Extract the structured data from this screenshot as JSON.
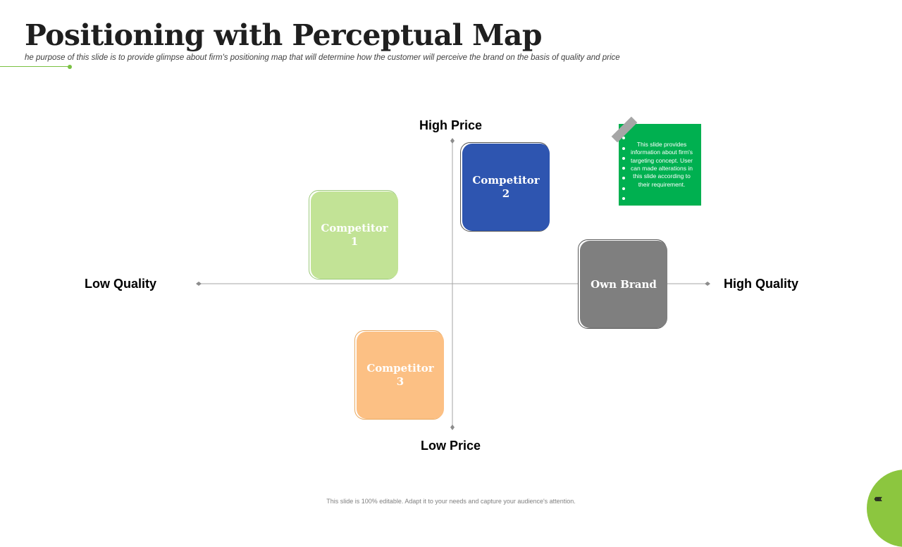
{
  "slide": {
    "title": "Positioning with Perceptual Map",
    "subtitle": "he purpose of this slide is to provide glimpse about firm's positioning map that will determine how the customer will perceive the brand on the basis of quality and price",
    "footer": "This slide is 100% editable. Adapt it to your needs and capture your audience's attention.",
    "accent_color": "#7ac143"
  },
  "axes": {
    "top": "High Price",
    "bottom": "Low Price",
    "left": "Low Quality",
    "right": "High Quality"
  },
  "brands": [
    {
      "name": "Competitor 1",
      "color": "#c2e396"
    },
    {
      "name": "Competitor 2",
      "color": "#2e55b0"
    },
    {
      "name": "Competitor 3",
      "color": "#fcc084"
    },
    {
      "name": "Own Brand",
      "color": "#7f7f7f"
    }
  ],
  "note": {
    "text": "This slide provides information about firm's targeting concept. User can made alterations in this slide according to their requirement.",
    "color": "#00b050"
  },
  "corner": {
    "arrows": "‹‹‹‹"
  }
}
